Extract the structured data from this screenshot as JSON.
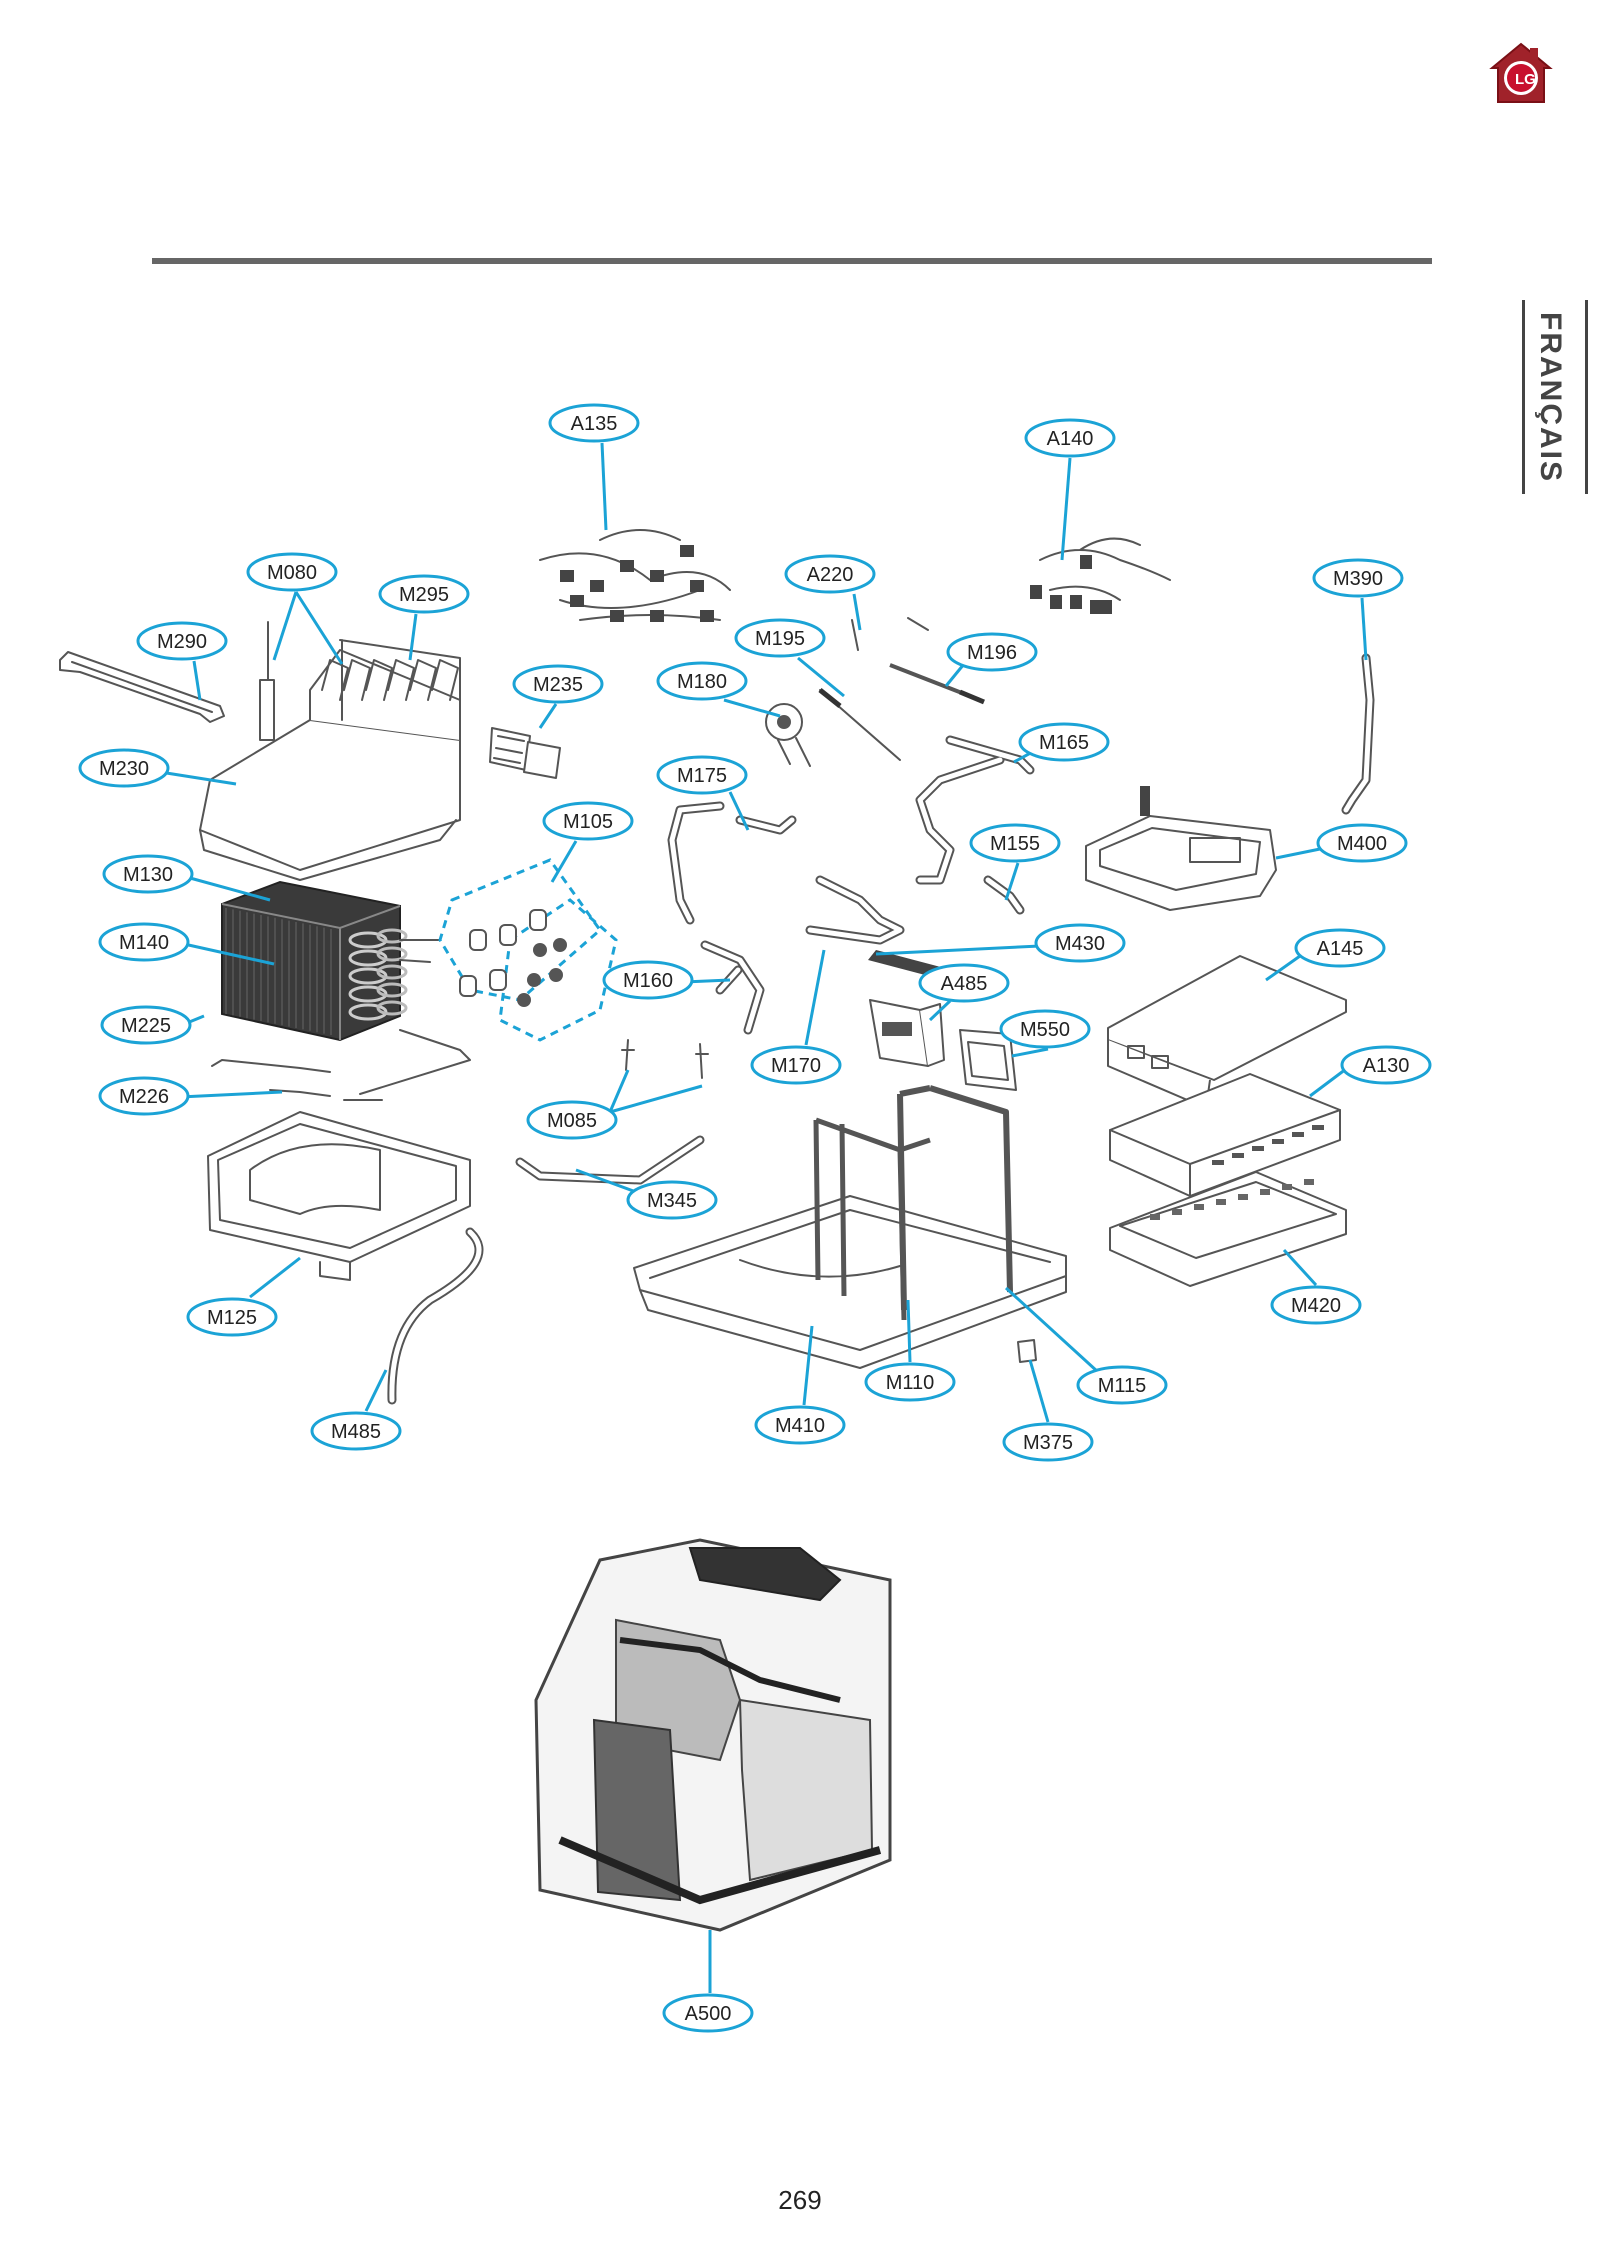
{
  "header": {
    "language_tab": "FRANÇAIS",
    "logo_icon": "lg-home-logo-icon",
    "accent_color": "#1ba3d6"
  },
  "diagram": {
    "callouts": [
      "A135",
      "A140",
      "M080",
      "M295",
      "M290",
      "M235",
      "A220",
      "M195",
      "M180",
      "M196",
      "M390",
      "M230",
      "M165",
      "M175",
      "M105",
      "M155",
      "M400",
      "M130",
      "M430",
      "A145",
      "M140",
      "A485",
      "M160",
      "M550",
      "M225",
      "M170",
      "A130",
      "M226",
      "M085",
      "M345",
      "M420",
      "M125",
      "M110",
      "M115",
      "M410",
      "M485",
      "M375",
      "A500"
    ]
  },
  "footer": {
    "page_number": "269"
  }
}
